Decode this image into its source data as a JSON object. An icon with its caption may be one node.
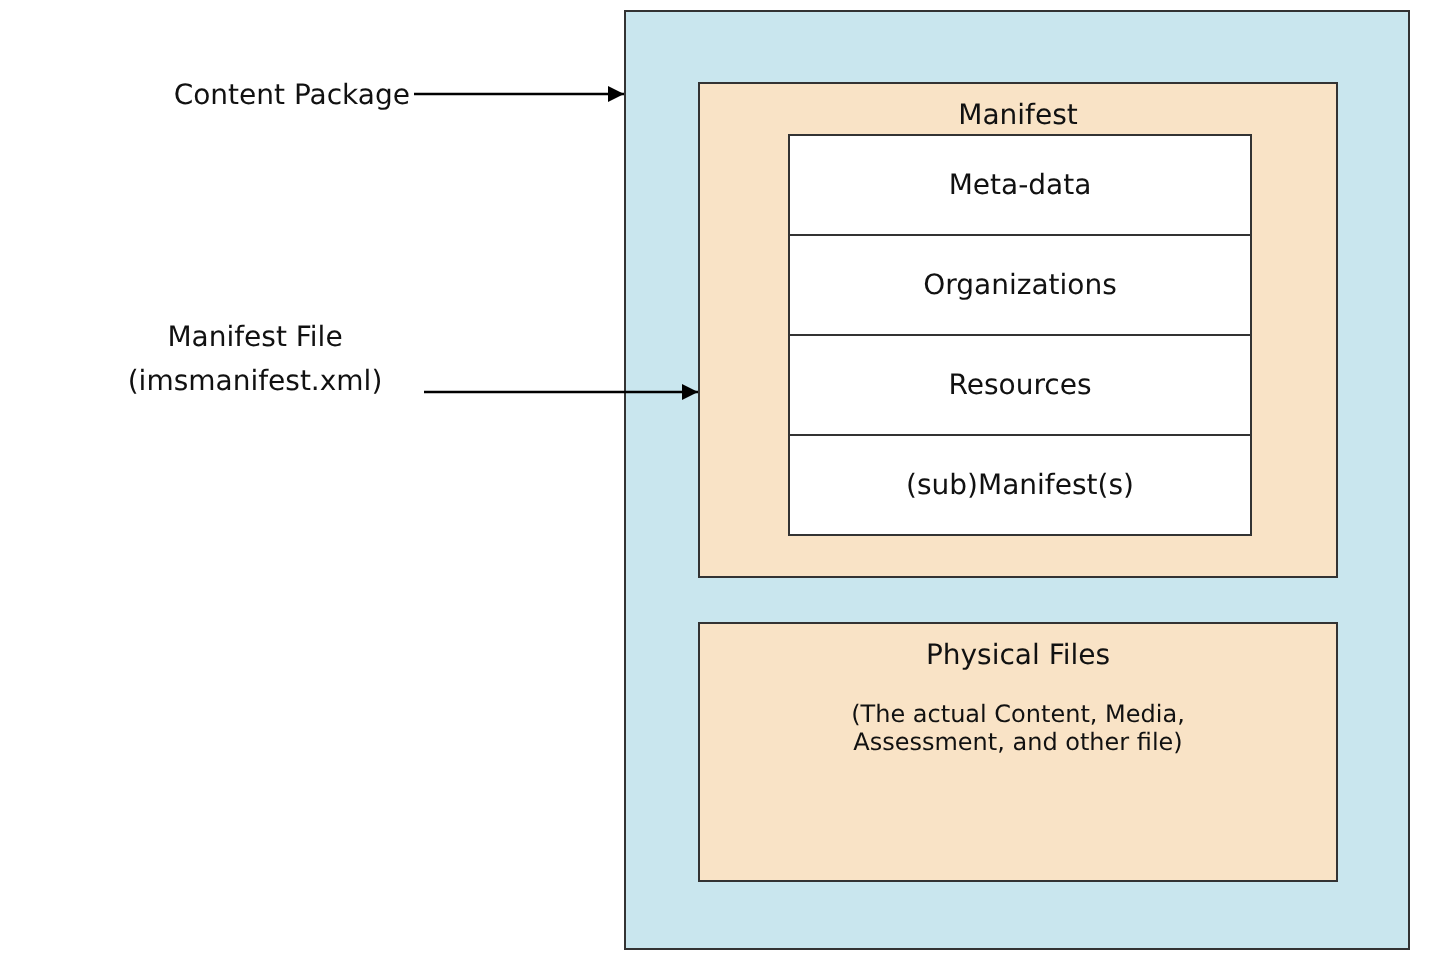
{
  "diagram": {
    "nodes": [
      {
        "text": [
          "Content Package"
        ]
      },
      {
        "text": [],
        "shape": "box"
      },
      {
        "text": [
          "Manifest File (imsmanifest.xml)"
        ]
      },
      {
        "text": [
          "Manifest"
        ],
        "in": 1
      },
      {
        "text": [
          "Meta-data"
        ],
        "in": 3
      },
      {
        "text": [
          "Organizations"
        ],
        "in": 3
      },
      {
        "text": [
          "Resources"
        ],
        "in": 3
      },
      {
        "text": [
          "(sub)Manifest(s)"
        ],
        "in": 3
      },
      {
        "text": [
          "Physical Files",
          "(The actual Content, Media, Assessment, and other file)"
        ],
        "in": 1
      }
    ],
    "edges": [
      {
        "from": 0,
        "to": 1,
        "arrow": "to"
      },
      {
        "from": 2,
        "to": 3,
        "arrow": "to"
      }
    ]
  }
}
